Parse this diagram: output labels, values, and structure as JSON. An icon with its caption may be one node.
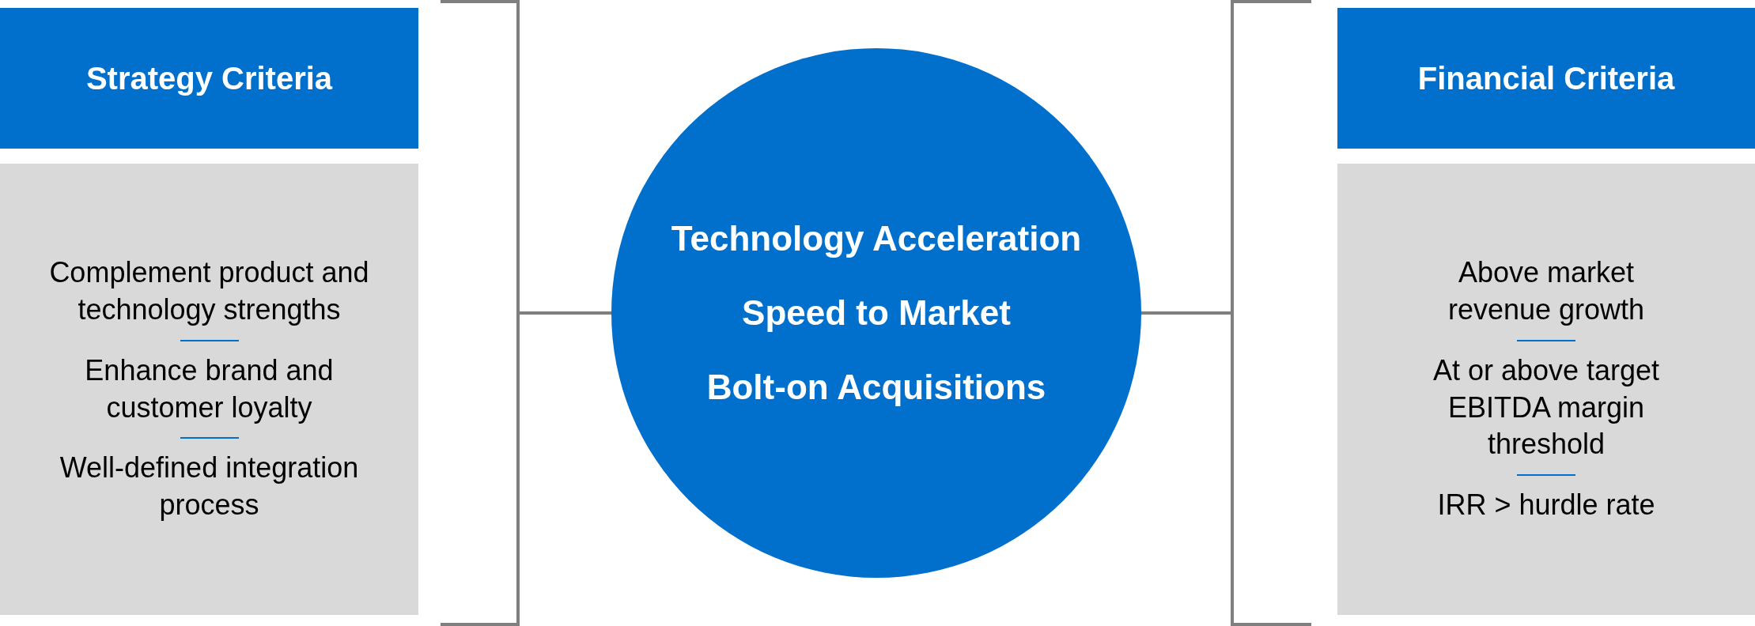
{
  "diagram": {
    "nodes": [
      {
        "text": [
          "Strategy Criteria"
        ]
      },
      {
        "text": [
          "Complement product and technology strengths",
          "Enhance brand and customer loyalty",
          "Well-defined integration process"
        ]
      },
      {
        "text": [
          "Technology Acceleration",
          "Speed to Market",
          "Bolt-on Acquisitions"
        ]
      },
      {
        "text": [
          "Financial Criteria"
        ]
      },
      {
        "text": [
          "Above market revenue growth",
          "At or above target EBITDA margin threshold",
          "IRR > hurdle rate"
        ]
      },
      {
        "text": [],
        "shape": "bracket"
      },
      {
        "text": [],
        "shape": "bracket"
      }
    ],
    "edges": [
      {
        "from": 5,
        "to": 2,
        "arrow": "none"
      },
      {
        "from": 2,
        "to": 6,
        "arrow": "none"
      }
    ]
  }
}
